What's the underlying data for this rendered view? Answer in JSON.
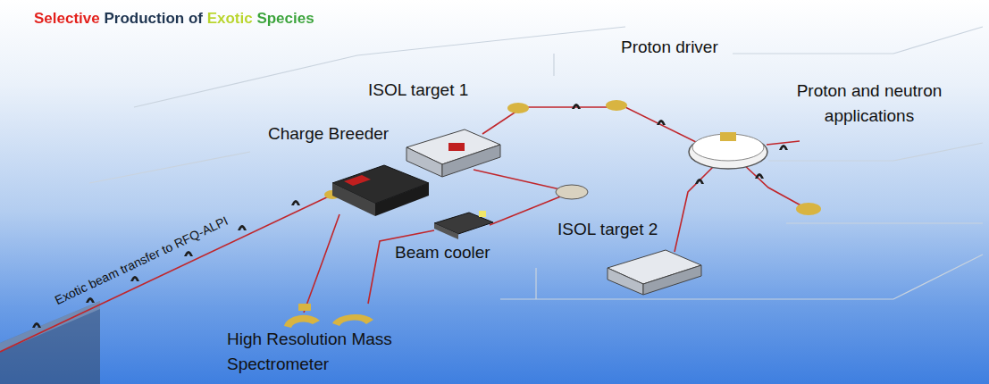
{
  "diagram": {
    "title": "Selective Production of Exotic Species",
    "labels": [
      "ISOL target 1",
      "Proton driver",
      "Proton and neutron applications",
      "Charge Breeder",
      "Beam cooler",
      "ISOL target 2",
      "High Resolution Mass Spectrometer",
      "Exotic beam transfer to RFQ-ALPI"
    ]
  }
}
